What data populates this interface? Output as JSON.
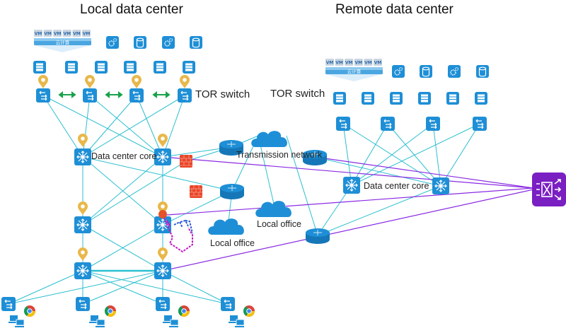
{
  "titles": {
    "local": "Local data center",
    "remote": "Remote data center"
  },
  "labels": {
    "tor_local": "TOR switch",
    "tor_remote": "TOR switch",
    "core_local": "Data center core",
    "core_remote": "Data center core",
    "transmission": "Transmission network",
    "office_1": "Local office",
    "office_2": "Local office"
  },
  "cloud_compute": {
    "vm_label": "VM",
    "vm_count": 6,
    "banner_label": "云计算"
  },
  "colors": {
    "device_blue": "#1e8fd6",
    "link_cyan": "#2bbfd0",
    "link_purple": "#8a2be2",
    "pin_gold": "#e8b84a",
    "firewall_red": "#e8452a",
    "link_green": "#1aa34a",
    "analyzer_purple": "#7a1fc2"
  }
}
